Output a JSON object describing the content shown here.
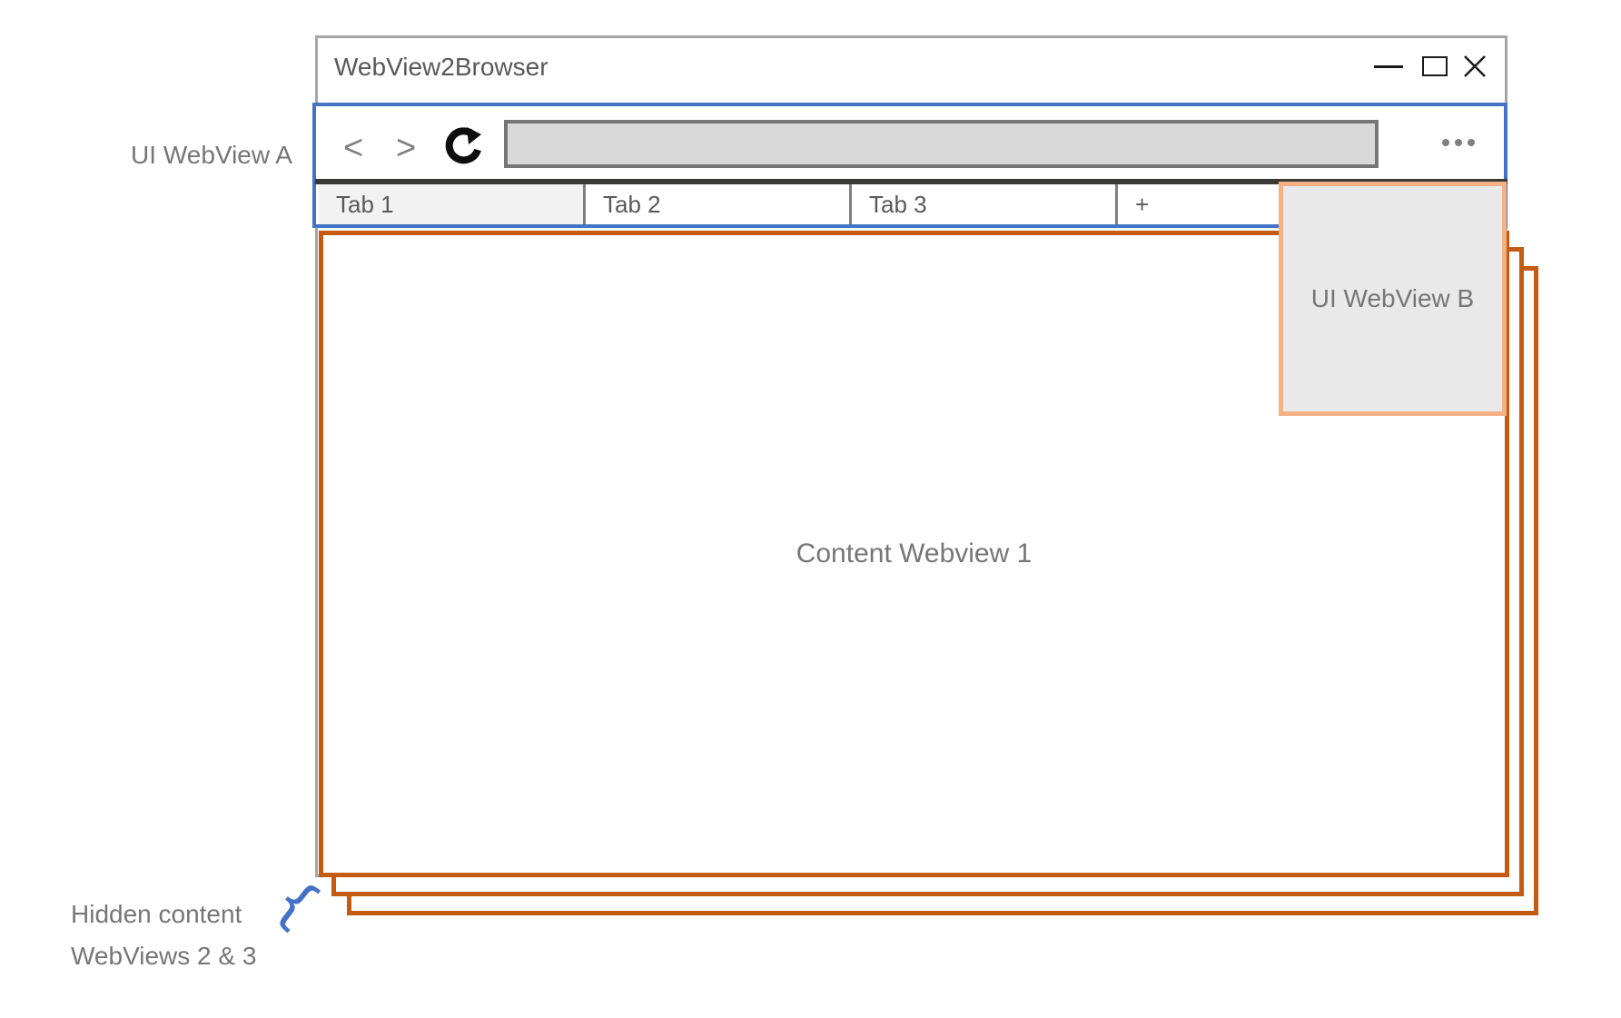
{
  "window": {
    "title": "WebView2Browser"
  },
  "toolbar": {
    "back": "<",
    "forward": ">",
    "address_value": "",
    "reload_icon": "reload-circular-arrow",
    "menu_icon": "ellipsis-three-dots"
  },
  "tabs": [
    {
      "label": "Tab 1",
      "active": true
    },
    {
      "label": "Tab 2",
      "active": false
    },
    {
      "label": "Tab 3",
      "active": false
    },
    {
      "label": "+",
      "active": false
    }
  ],
  "diagram_labels": {
    "ui_webview_a": "UI WebView A",
    "ui_webview_b": "UI WebView B",
    "content_webview_1": "Content Webview 1",
    "hidden_content_line1": "Hidden content",
    "hidden_content_line2": "WebViews 2 & 3",
    "brace": "{"
  },
  "colors": {
    "ui_webview_outline": "#4472C4",
    "content_webview_outline": "#C55A11",
    "ui_webview_b_outline": "#F4B183",
    "ui_webview_b_fill": "#E9E9E9",
    "active_tab_fill": "#F2F2F2",
    "address_bar_fill": "#D9D9D9",
    "window_border": "#A6A6A6",
    "label_text": "#767676",
    "annotation_blue": "#4472C4"
  }
}
